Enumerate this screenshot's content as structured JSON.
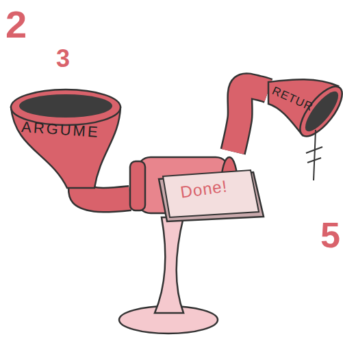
{
  "diagram": {
    "nodes": [
      {
        "text": [
          "ARGUME"
        ]
      },
      {
        "text": [
          "Done!"
        ]
      },
      {
        "text": [
          "RETUR"
        ]
      }
    ],
    "edges": [
      {
        "from": 0,
        "to": 1,
        "arrow": "none"
      },
      {
        "from": 1,
        "to": 2,
        "arrow": "none"
      }
    ],
    "labels": [
      "2",
      "3",
      "5"
    ]
  }
}
